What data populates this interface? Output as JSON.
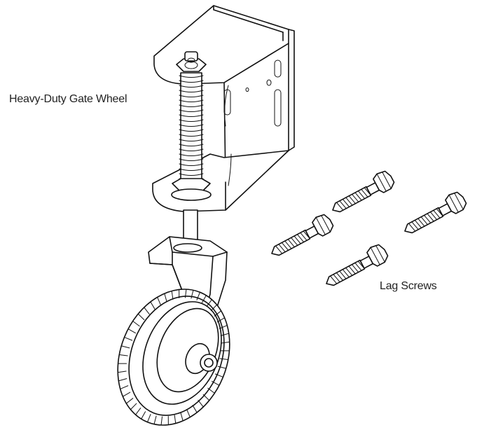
{
  "labels": {
    "gate_wheel": "Heavy-Duty Gate Wheel",
    "lag_screws": "Lag Screws"
  },
  "parts": {
    "lag_screw_count": 4
  }
}
